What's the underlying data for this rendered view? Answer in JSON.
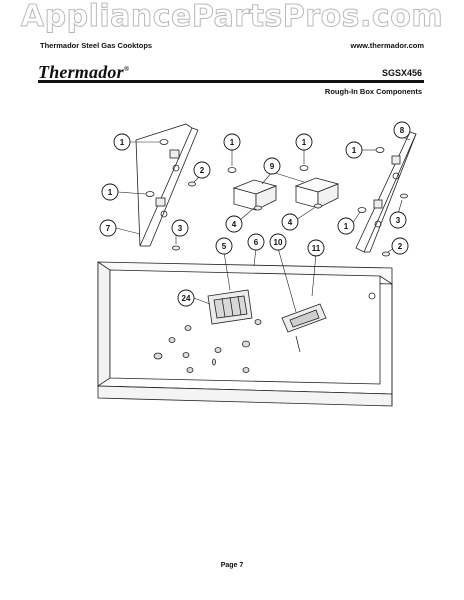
{
  "watermark": "AppliancePartsPros.com",
  "header": {
    "product_line": "Thermador Steel Gas Cooktops",
    "website": "www.thermador.com",
    "brand": "Thermador",
    "brand_mark": "®",
    "model": "SGSX456",
    "subtitle": "Rough-In Box Components"
  },
  "callouts": [
    {
      "id": "c1a",
      "label": "1"
    },
    {
      "id": "c1b",
      "label": "1"
    },
    {
      "id": "c1c",
      "label": "1"
    },
    {
      "id": "c1d",
      "label": "1"
    },
    {
      "id": "c1e",
      "label": "1"
    },
    {
      "id": "c1f",
      "label": "1"
    },
    {
      "id": "c2a",
      "label": "2"
    },
    {
      "id": "c2b",
      "label": "2"
    },
    {
      "id": "c3a",
      "label": "3"
    },
    {
      "id": "c3b",
      "label": "3"
    },
    {
      "id": "c4a",
      "label": "4"
    },
    {
      "id": "c4b",
      "label": "4"
    },
    {
      "id": "c5",
      "label": "5"
    },
    {
      "id": "c6",
      "label": "6"
    },
    {
      "id": "c7",
      "label": "7"
    },
    {
      "id": "c8",
      "label": "8"
    },
    {
      "id": "c9",
      "label": "9"
    },
    {
      "id": "c10",
      "label": "10"
    },
    {
      "id": "c11",
      "label": "11"
    },
    {
      "id": "c24",
      "label": "24"
    }
  ],
  "footer": {
    "page": "Page 7"
  }
}
